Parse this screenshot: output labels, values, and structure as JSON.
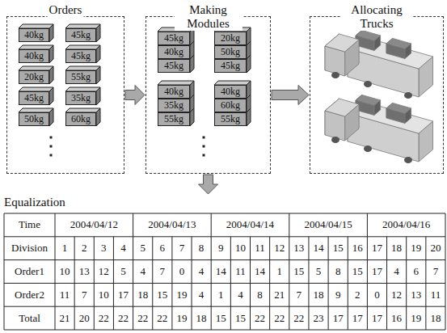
{
  "diagram": {
    "nodes": [
      {
        "text": [
          "Orders"
        ]
      },
      {
        "text": [
          "40kg"
        ],
        "in": 0
      },
      {
        "text": [
          "45kg"
        ],
        "in": 0
      },
      {
        "text": [
          "40kg"
        ],
        "in": 0
      },
      {
        "text": [
          "45kg"
        ],
        "in": 0
      },
      {
        "text": [
          "20kg"
        ],
        "in": 0
      },
      {
        "text": [
          "55kg"
        ],
        "in": 0
      },
      {
        "text": [
          "45kg"
        ],
        "in": 0
      },
      {
        "text": [
          "35kg"
        ],
        "in": 0
      },
      {
        "text": [
          "50kg"
        ],
        "in": 0
      },
      {
        "text": [
          "60kg"
        ],
        "in": 0
      },
      {
        "text": [
          "Making Modules"
        ]
      },
      {
        "text": [
          "45kg"
        ],
        "in": 11
      },
      {
        "text": [
          "40kg"
        ],
        "in": 11
      },
      {
        "text": [
          "45kg"
        ],
        "in": 11
      },
      {
        "text": [
          "20kg"
        ],
        "in": 11
      },
      {
        "text": [
          "50kg"
        ],
        "in": 11
      },
      {
        "text": [
          "45kg"
        ],
        "in": 11
      },
      {
        "text": [
          "40kg"
        ],
        "in": 11
      },
      {
        "text": [
          "35kg"
        ],
        "in": 11
      },
      {
        "text": [
          "55kg"
        ],
        "in": 11
      },
      {
        "text": [
          "40kg"
        ],
        "in": 11
      },
      {
        "text": [
          "60kg"
        ],
        "in": 11
      },
      {
        "text": [
          "55kg"
        ],
        "in": 11
      },
      {
        "text": [
          "Allocating Trucks"
        ]
      },
      {
        "text": [
          "Equalization"
        ]
      }
    ],
    "edges": [
      {
        "from": 0,
        "to": 11,
        "arrow": "to"
      },
      {
        "from": 11,
        "to": 24,
        "arrow": "to"
      },
      {
        "from": 11,
        "to": 25,
        "arrow": "to"
      }
    ],
    "labels": [
      "Time",
      "2004/04/12",
      "2004/04/13",
      "2004/04/14",
      "2004/04/15",
      "2004/04/16",
      "Division",
      "1",
      "2",
      "3",
      "4",
      "5",
      "6",
      "7",
      "8",
      "9",
      "10",
      "11",
      "12",
      "13",
      "14",
      "15",
      "16",
      "17",
      "18",
      "19",
      "20",
      "Order1",
      "10",
      "13",
      "12",
      "5",
      "4",
      "7",
      "0",
      "4",
      "14",
      "11",
      "14",
      "1",
      "15",
      "5",
      "8",
      "15",
      "17",
      "4",
      "6",
      "7",
      "Order2",
      "11",
      "7",
      "10",
      "17",
      "18",
      "15",
      "19",
      "4",
      "1",
      "4",
      "8",
      "21",
      "7",
      "18",
      "9",
      "2",
      "0",
      "12",
      "13",
      "11",
      "Total",
      "21",
      "20",
      "22",
      "22",
      "22",
      "22",
      "19",
      "18",
      "15",
      "15",
      "22",
      "22",
      "22",
      "23",
      "17",
      "17",
      "17",
      "16",
      "19",
      "18"
    ]
  }
}
